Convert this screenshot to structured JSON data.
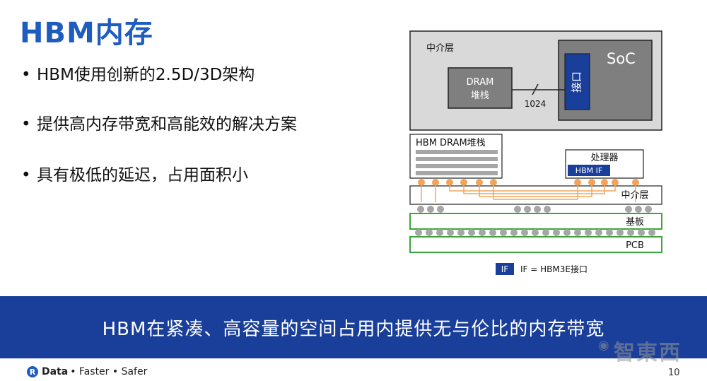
{
  "slide": {
    "title": "HBM内存",
    "bullets": [
      "HBM使用创新的2.5D/3D架构",
      "提供高内存带宽和高能效的解决方案",
      "具有极低的延迟，占用面积小"
    ],
    "banner": "HBM在紧凑、高容量的空间占用内提供无与伦比的内存带宽",
    "footer_brand_bold": "Data",
    "footer_brand_rest": "• Faster • Safer",
    "footer_logo_letter": "R",
    "page_number": "10",
    "watermark": "智東西"
  },
  "diagram": {
    "top": {
      "interposer_label": "中介层",
      "soc_label": "SoC",
      "dram_label_line1": "DRAM",
      "dram_label_line2": "堆栈",
      "interface_label": "接口",
      "bus_width": "1024"
    },
    "cross_section": {
      "hbm_stack_label": "HBM DRAM堆栈",
      "processor_label": "处理器",
      "hbm_if_label": "HBM IF",
      "interposer_label": "中介层",
      "substrate_label": "基板",
      "pcb_label": "PCB"
    },
    "legend": {
      "badge": "IF",
      "text": "IF = HBM3E接口"
    },
    "colors": {
      "interposer_bg": "#d9d9d9",
      "dram_fill": "#7f7f7f",
      "interface_blue": "#1a3f9a",
      "substrate_green": "#3aa53a",
      "bump_orange": "#f2a55a",
      "ball_gray": "#a6a6a6"
    }
  }
}
